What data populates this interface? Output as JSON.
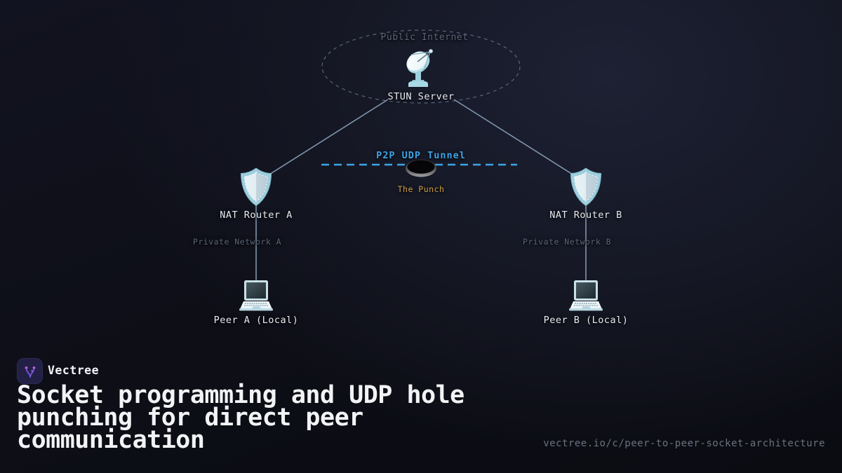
{
  "brand": {
    "name": "Vectree",
    "url": "vectree.io/c/peer-to-peer-socket-architecture",
    "logo_icon": "vectree-branch-icon",
    "logo_accent": "#7a55e0",
    "logo_dot_color": "#b45fd8"
  },
  "title": "Socket programming and UDP hole punching for direct peer communication",
  "diagram": {
    "labels": {
      "cloud": "Public Internet",
      "stun": "STUN Server",
      "tunnel": "P2P UDP Tunnel",
      "punch": "The Punch",
      "nat_a": "NAT Router A",
      "nat_b": "NAT Router B",
      "private_a": "Private Network A",
      "private_b": "Private Network B",
      "peer_a": "Peer A (Local)",
      "peer_b": "Peer B (Local)"
    },
    "icons": {
      "stun": "satellite-dish-icon",
      "nat_a": "shield-icon",
      "nat_b": "shield-icon",
      "peer_a": "laptop-icon",
      "peer_b": "laptop-icon",
      "punch": "hole-icon"
    },
    "colors": {
      "tunnel_blue": "#3da4e6",
      "punch_gold": "#d2a144",
      "connector_line": "#8196ad",
      "muted_text": "#5c6679",
      "label_text": "#e9edf2",
      "cloud_stroke": "#5a6578"
    }
  }
}
